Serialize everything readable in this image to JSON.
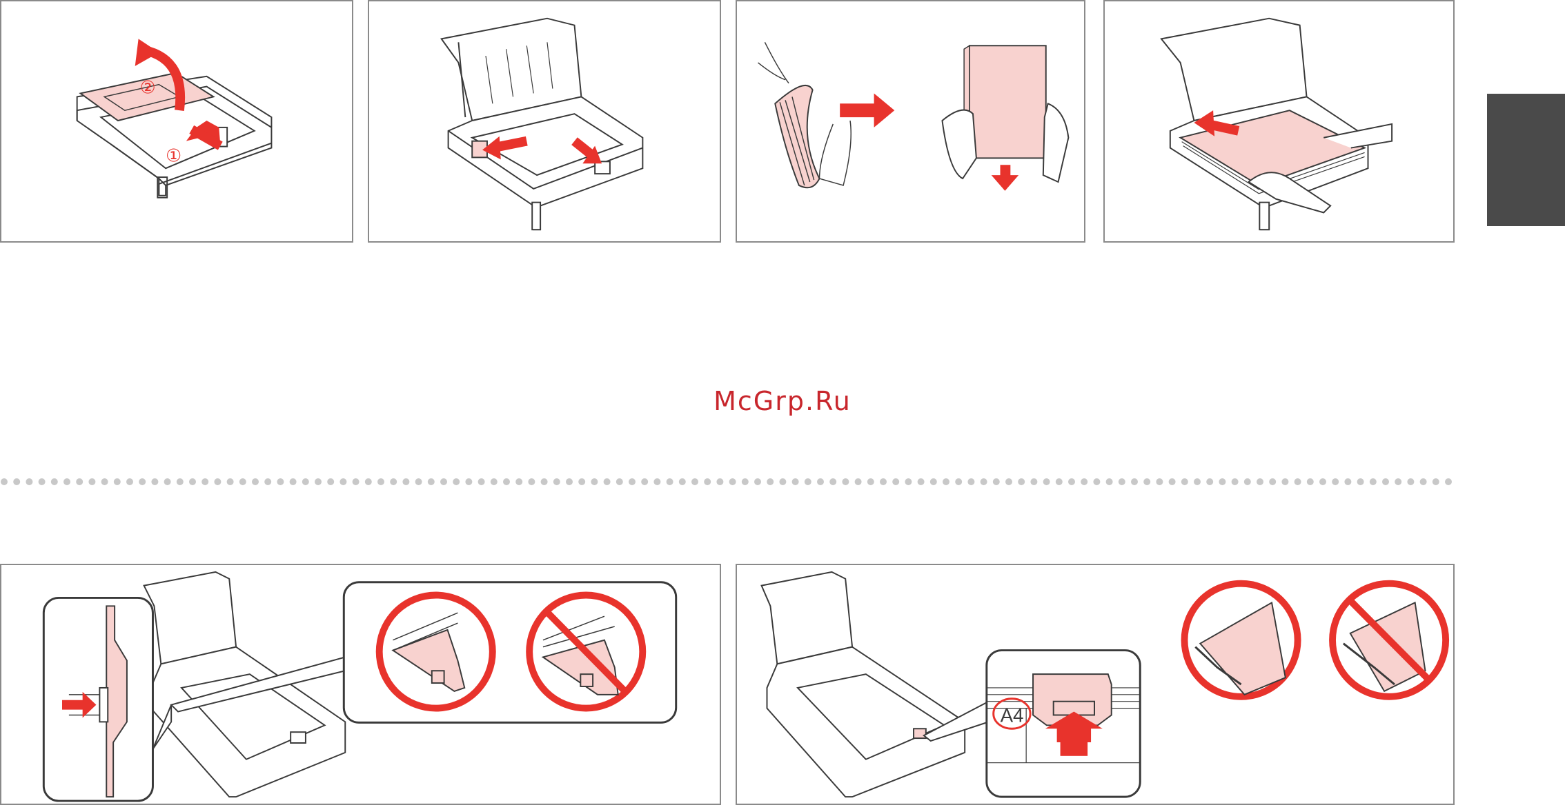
{
  "watermark": "McGrp.Ru",
  "step_labels": {
    "one": "①",
    "two": "②"
  },
  "paper_size_label": "A4",
  "colors": {
    "accent_red": "#e8332c",
    "paper_pink": "#f8d2cf",
    "line_gray": "#3a3a3a",
    "frame_gray": "#8a8a8a",
    "side_tab": "#4a4a4a",
    "dots": "#c8c8c8"
  }
}
